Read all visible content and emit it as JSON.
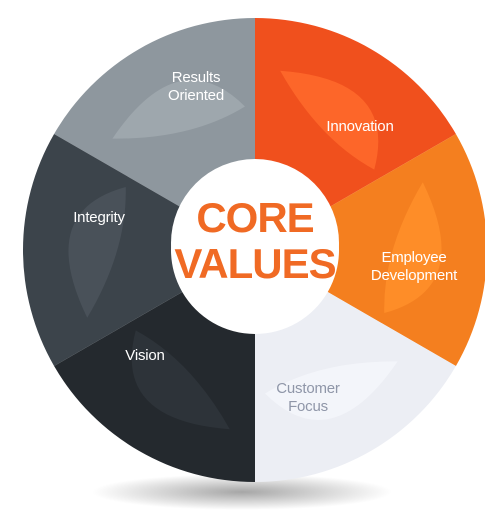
{
  "center": {
    "line1": "CORE",
    "line2": "VALUES"
  },
  "segments": [
    {
      "id": "results-oriented",
      "lines": [
        "Results",
        "Oriented"
      ],
      "color": "#8e979e",
      "inner": "#a1a9af",
      "text_color": "#ffffff"
    },
    {
      "id": "innovation",
      "lines": [
        "Innovation"
      ],
      "color": "#f0501d",
      "inner": "#ff6a2c",
      "text_color": "#ffffff"
    },
    {
      "id": "employee-development",
      "lines": [
        "Employee",
        "Development"
      ],
      "color": "#f47f1f",
      "inner": "#ff8f2a",
      "text_color": "#ffffff"
    },
    {
      "id": "customer-focus",
      "lines": [
        "Customer",
        "Focus"
      ],
      "color": "#eceef4",
      "inner": "#f5f6fa",
      "text_color": "#8f96a8"
    },
    {
      "id": "vision",
      "lines": [
        "Vision"
      ],
      "color": "#24292e",
      "inner": "#2f353b",
      "text_color": "#ffffff"
    },
    {
      "id": "integrity",
      "lines": [
        "Integrity"
      ],
      "color": "#3c444b",
      "inner": "#4b545c",
      "text_color": "#ffffff"
    }
  ],
  "colors": {
    "center_text": "#f06a24",
    "center_fill": "#ffffff"
  }
}
